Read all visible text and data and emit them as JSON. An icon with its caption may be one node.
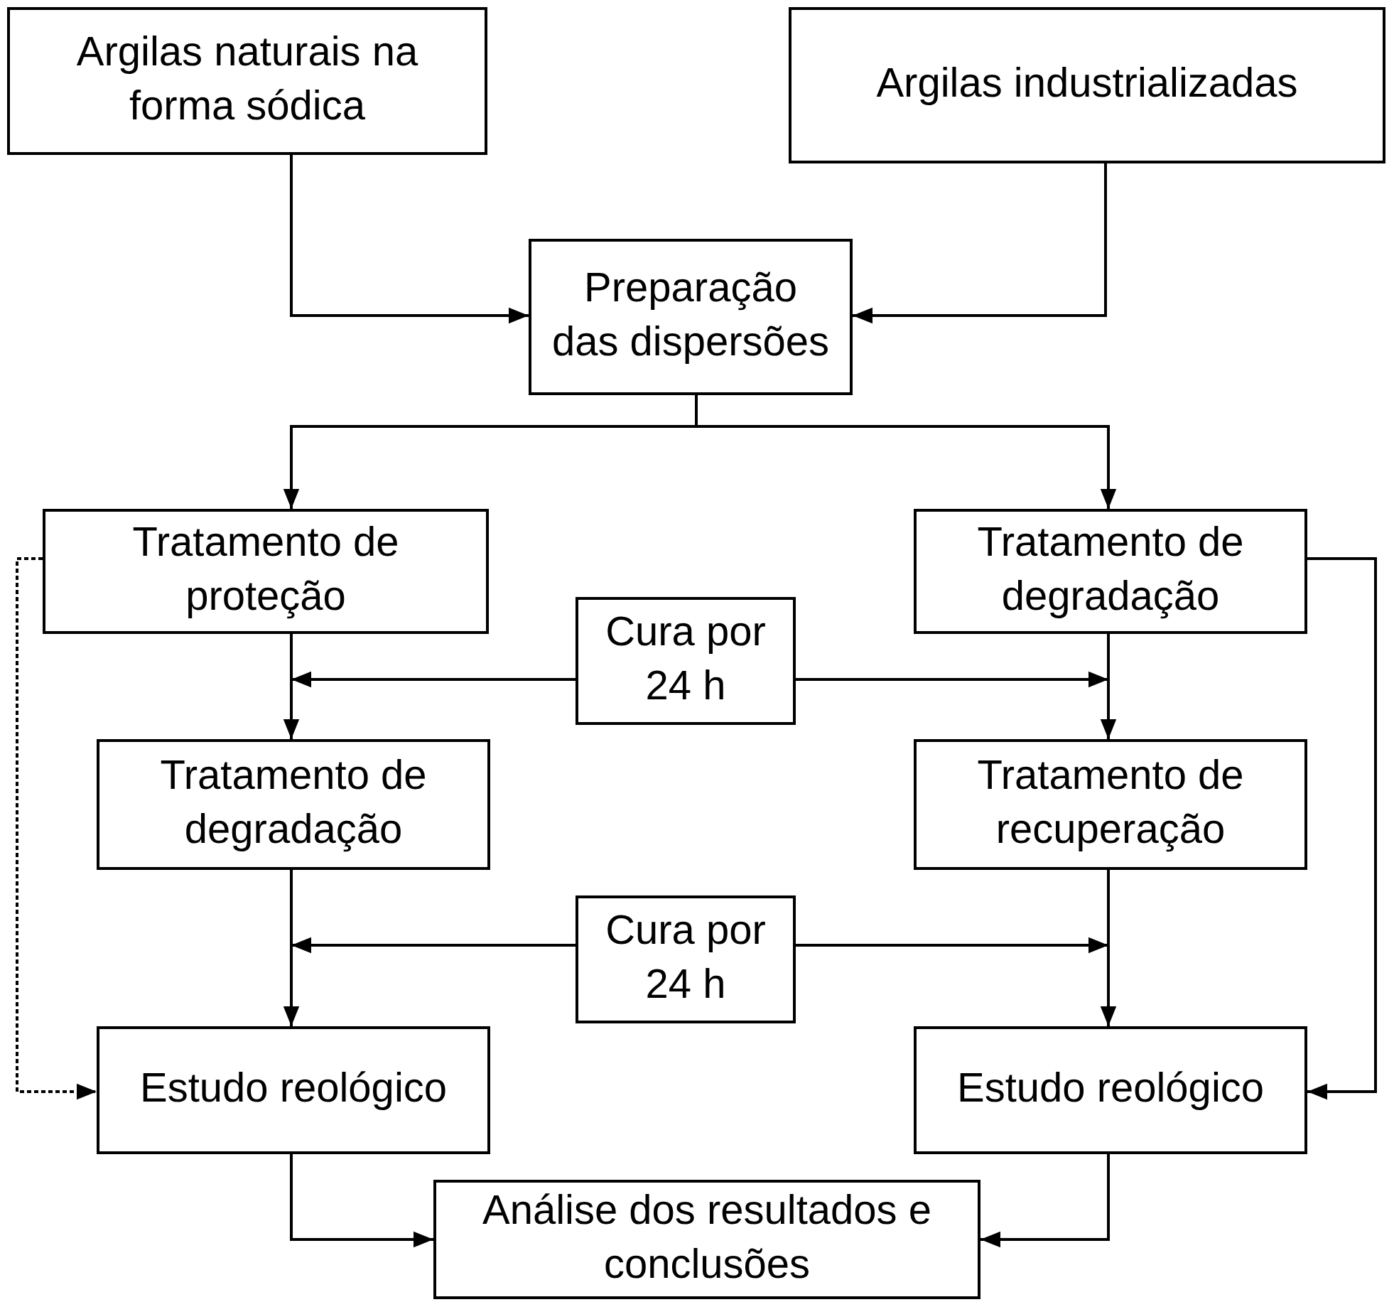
{
  "diagram": {
    "nodes": [
      {
        "text": [
          "Argilas naturais na forma sódica"
        ]
      },
      {
        "text": [
          "Argilas industrializadas"
        ]
      },
      {
        "text": [
          "Preparação das dispersões"
        ]
      },
      {
        "text": [
          "Tratamento de proteção"
        ]
      },
      {
        "text": [
          "Tratamento de degradação"
        ]
      },
      {
        "text": [
          "Cura por 24 h"
        ]
      },
      {
        "text": [
          "Tratamento de degradação"
        ]
      },
      {
        "text": [
          "Tratamento de recuperação"
        ]
      },
      {
        "text": [
          "Cura por 24 h"
        ]
      },
      {
        "text": [
          "Estudo reológico"
        ]
      },
      {
        "text": [
          "Estudo reológico"
        ]
      },
      {
        "text": [
          "Análise dos resultados e conclusões"
        ]
      }
    ],
    "edges": [
      {
        "from": 0,
        "to": 2,
        "arrow": "to"
      },
      {
        "from": 1,
        "to": 2,
        "arrow": "to"
      },
      {
        "from": 2,
        "to": 3,
        "arrow": "to"
      },
      {
        "from": 2,
        "to": 4,
        "arrow": "to"
      },
      {
        "from": 3,
        "to": 6,
        "arrow": "to"
      },
      {
        "from": 4,
        "to": 7,
        "arrow": "to"
      },
      {
        "from": 5,
        "to": null,
        "arrow": "to"
      },
      {
        "from": 5,
        "to": null,
        "arrow": "to"
      },
      {
        "from": 6,
        "to": 9,
        "arrow": "to"
      },
      {
        "from": 7,
        "to": 10,
        "arrow": "to"
      },
      {
        "from": 8,
        "to": null,
        "arrow": "to"
      },
      {
        "from": 8,
        "to": null,
        "arrow": "to"
      },
      {
        "from": 3,
        "to": 9,
        "arrow": "to",
        "style": "dashed"
      },
      {
        "from": 4,
        "to": 10,
        "arrow": "to"
      },
      {
        "from": 9,
        "to": 11,
        "arrow": "to"
      },
      {
        "from": 10,
        "to": 11,
        "arrow": "to"
      }
    ]
  }
}
